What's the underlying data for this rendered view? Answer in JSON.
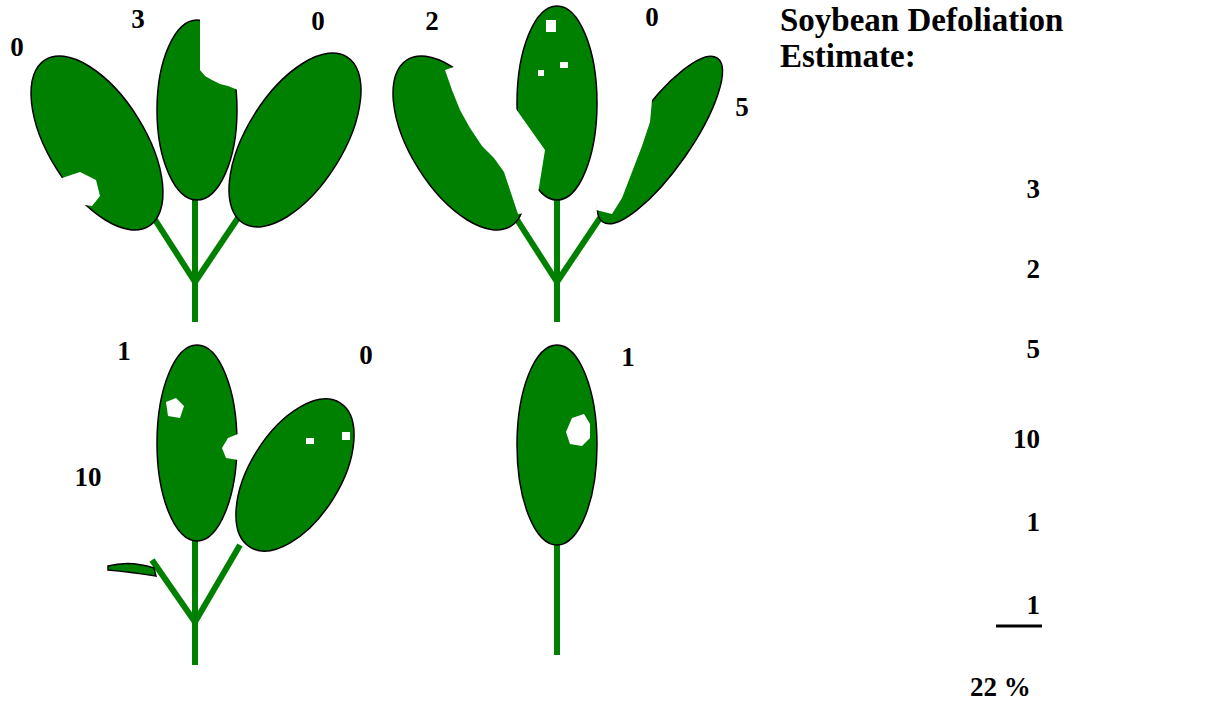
{
  "diagram": {
    "title": "Soybean Defoliation Estimate:",
    "labels": [
      "0",
      "3",
      "0",
      "2",
      "0",
      "5",
      "1",
      "0",
      "10",
      "1",
      "3",
      "2",
      "5",
      "10",
      "1",
      "1",
      "22 %"
    ]
  }
}
